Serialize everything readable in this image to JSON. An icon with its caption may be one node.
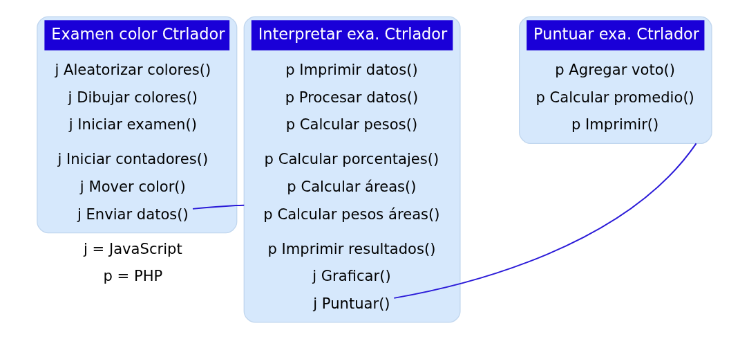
{
  "diagram": {
    "nodes": [
      {
        "text": [
          "Examen color Ctrlador"
        ]
      },
      {
        "text": [
          "j Aleatorizar colores()"
        ],
        "in": 0
      },
      {
        "text": [
          "j Dibujar colores()"
        ],
        "in": 0
      },
      {
        "text": [
          "j Iniciar examen()"
        ],
        "in": 0
      },
      {
        "text": [
          "j Iniciar contadores()"
        ],
        "in": 0
      },
      {
        "text": [
          "j Mover color()"
        ],
        "in": 0
      },
      {
        "text": [
          "j Enviar datos()"
        ],
        "in": 0
      },
      {
        "text": [
          "Interpretar exa. Ctrlador"
        ]
      },
      {
        "text": [
          "p Imprimir datos()"
        ],
        "in": 7
      },
      {
        "text": [
          "p Procesar datos()"
        ],
        "in": 7
      },
      {
        "text": [
          "p Calcular pesos()"
        ],
        "in": 7
      },
      {
        "text": [
          "p Calcular porcentajes()"
        ],
        "in": 7
      },
      {
        "text": [
          "p Calcular áreas()"
        ],
        "in": 7
      },
      {
        "text": [
          "p Calcular pesos áreas()"
        ],
        "in": 7
      },
      {
        "text": [
          "p Imprimir resultados()"
        ],
        "in": 7
      },
      {
        "text": [
          "j Graficar()"
        ],
        "in": 7
      },
      {
        "text": [
          "j Puntuar()"
        ],
        "in": 7
      },
      {
        "text": [
          "Puntuar exa. Ctrlador"
        ]
      },
      {
        "text": [
          "p Agregar voto()"
        ],
        "in": 17
      },
      {
        "text": [
          "p Calcular promedio()"
        ],
        "in": 17
      },
      {
        "text": [
          "p Imprimir()"
        ],
        "in": 17
      }
    ],
    "edges": [
      {
        "from": 6,
        "to": 7,
        "arrow": "none"
      },
      {
        "from": 16,
        "to": 17,
        "arrow": "none"
      }
    ],
    "labels": [
      "j = JavaScript",
      "p = PHP"
    ]
  }
}
